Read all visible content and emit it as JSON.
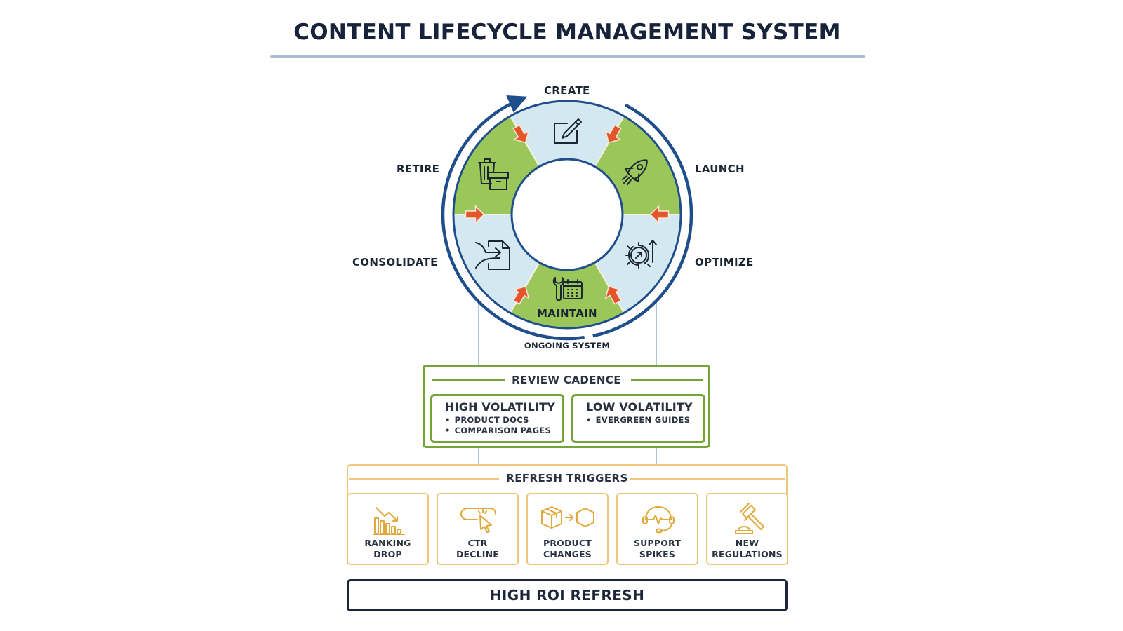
{
  "title": "CONTENT LIFECYCLE MANAGEMENT SYSTEM",
  "cycle": {
    "stages": [
      {
        "id": "create",
        "label": "CREATE",
        "icon": "edit-pencil-icon"
      },
      {
        "id": "launch",
        "label": "LAUNCH",
        "icon": "rocket-icon"
      },
      {
        "id": "optimize",
        "label": "OPTIMIZE",
        "icon": "gear-growth-icon"
      },
      {
        "id": "maintain",
        "label": "MAINTAIN",
        "icon": "wrench-calendar-icon"
      },
      {
        "id": "consolidate",
        "label": "CONSOLIDATE",
        "icon": "merge-document-icon"
      },
      {
        "id": "retire",
        "label": "RETIRE",
        "icon": "trash-archive-icon"
      }
    ],
    "caption": "ONGOING SYSTEM",
    "colors": {
      "green": "#9bc65a",
      "light_blue": "#d3e8f1",
      "ring_outline": "#1f4e8c",
      "flow_arrow": "#e3552b"
    }
  },
  "review_cadence": {
    "title": "REVIEW CADENCE",
    "groups": [
      {
        "title": "HIGH VOLATILITY",
        "items": [
          "PRODUCT DOCS",
          "COMPARISON PAGES"
        ]
      },
      {
        "title": "LOW VOLATILITY",
        "items": [
          "EVERGREEN GUIDES"
        ]
      }
    ],
    "color": "#72a535"
  },
  "refresh_triggers": {
    "title": "REFRESH TRIGGERS",
    "items": [
      {
        "line1": "RANKING",
        "line2": "DROP",
        "icon": "declining-bar-chart-icon"
      },
      {
        "line1": "CTR",
        "line2": "DECLINE",
        "icon": "cursor-click-icon"
      },
      {
        "line1": "PRODUCT",
        "line2": "CHANGES",
        "icon": "box-transform-icon"
      },
      {
        "line1": "SUPPORT",
        "line2": "SPIKES",
        "icon": "headset-pulse-icon"
      },
      {
        "line1": "NEW",
        "line2": "REGULATIONS",
        "icon": "gavel-icon"
      }
    ],
    "color": "#ecc779"
  },
  "outcome": "HIGH ROI REFRESH"
}
